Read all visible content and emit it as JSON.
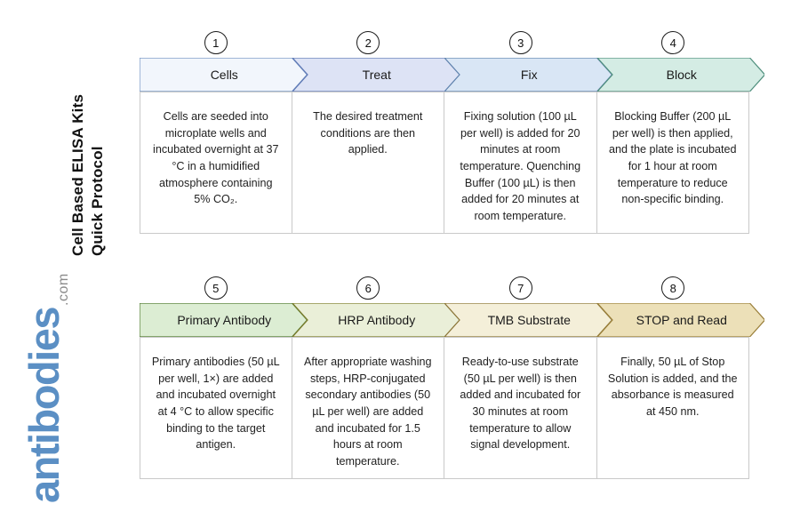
{
  "title": {
    "line1": "Cell Based ELISA Kits",
    "line2": "Quick Protocol"
  },
  "logo": {
    "name": "antibodies",
    "tld": ".com",
    "brand_color": "#5b8fc4",
    "tld_color": "#8a8a8a"
  },
  "rows": [
    {
      "steps": [
        {
          "number": "1",
          "label": "Cells",
          "fill": "#f2f6fc",
          "stroke": "#6e8fc0",
          "body": "Cells are seeded into microplate wells and incubated overnight at 37 °C in a humidified atmosphere containing 5% CO₂."
        },
        {
          "number": "2",
          "label": "Treat",
          "fill": "#dde3f5",
          "stroke": "#5f79b5",
          "body": "The desired treatment conditions are then applied."
        },
        {
          "number": "3",
          "label": "Fix",
          "fill": "#d9e6f5",
          "stroke": "#5f82ad",
          "body": "Fixing solution (100 µL per well) is added for 20 minutes at room temperature. Quenching Buffer (100 µL) is then added for 20 minutes at room temperature."
        },
        {
          "number": "4",
          "label": "Block",
          "fill": "#d4ece4",
          "stroke": "#4f8f7d",
          "body": "Blocking Buffer (200 µL per well) is then applied, and the plate is incubated for 1 hour at room temperature to reduce non-specific binding."
        }
      ]
    },
    {
      "steps": [
        {
          "number": "5",
          "label": "Primary Antibody",
          "fill": "#dcedd3",
          "stroke": "#4f7a2e",
          "body": "Primary antibodies (50 µL per well, 1×) are added and incubated overnight at 4 °C to allow specific binding to the target antigen."
        },
        {
          "number": "6",
          "label": "HRP Antibody",
          "fill": "#eaefd8",
          "stroke": "#7d7c2c",
          "body": "After appropriate washing steps, HRP-conjugated secondary antibodies (50 µL per well) are added and incubated for 1.5 hours at room temperature."
        },
        {
          "number": "7",
          "label": "TMB Substrate",
          "fill": "#f4efd9",
          "stroke": "#8a7436",
          "body": "Ready-to-use substrate (50 µL per well) is then added and incubated for 30 minutes at room temperature to allow signal development."
        },
        {
          "number": "8",
          "label": "STOP and Read",
          "fill": "#ece0b8",
          "stroke": "#9a7f3a",
          "body": "Finally, 50 µL of Stop Solution is added, and the absorbance is measured at 450 nm."
        }
      ]
    }
  ]
}
